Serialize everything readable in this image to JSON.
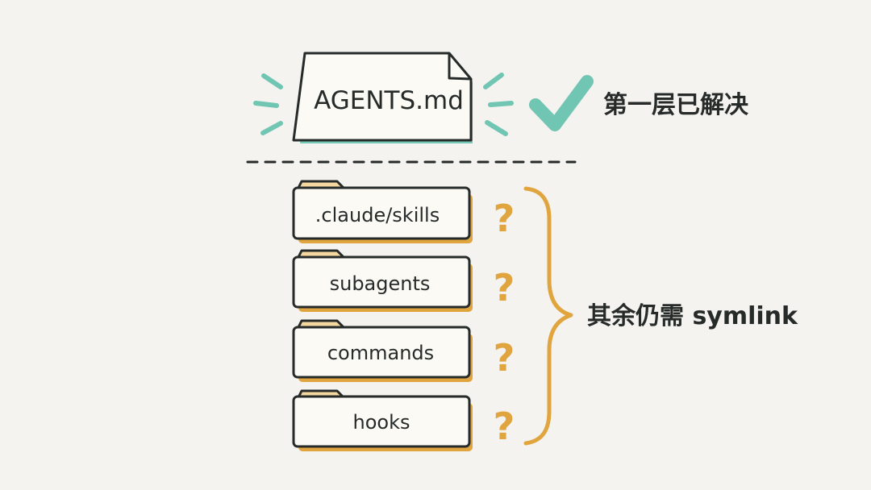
{
  "document": {
    "label": "AGENTS.md"
  },
  "status": {
    "solved_text": "第一层已解决",
    "remaining_text": "其余仍需 symlink"
  },
  "folders": [
    {
      "label": ".claude/skills",
      "mark": "?"
    },
    {
      "label": "subagents",
      "mark": "?"
    },
    {
      "label": "commands",
      "mark": "?"
    },
    {
      "label": "hooks",
      "mark": "?"
    }
  ],
  "colors": {
    "background": "#f4f3ef",
    "ink": "#262b2a",
    "teal_accent": "#70c6b3",
    "amber_accent": "#e0a53f",
    "folder_tab": "#f4d8a0"
  },
  "icons": {
    "document": "file-document-icon",
    "check": "check-icon",
    "brace": "right-curly-brace-icon",
    "folder": "folder-icon",
    "question": "question-mark-icon"
  }
}
